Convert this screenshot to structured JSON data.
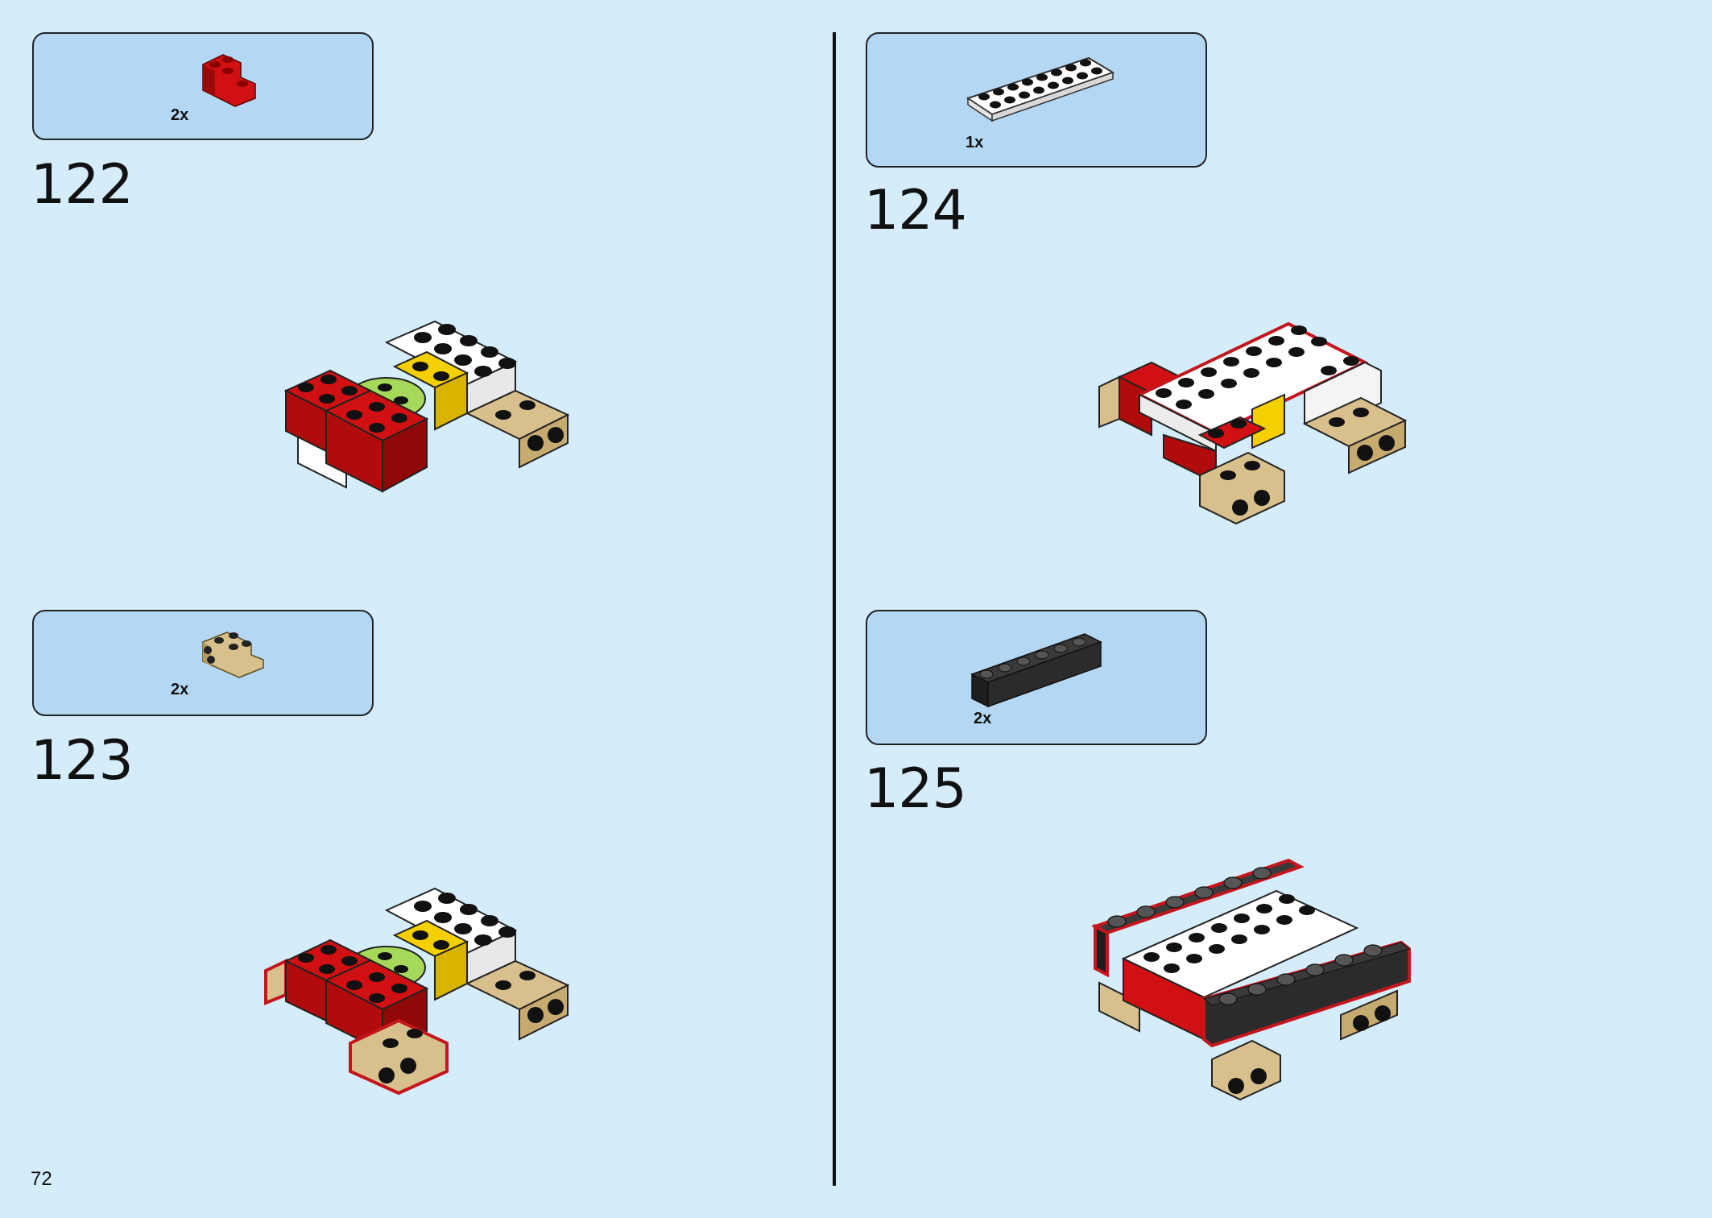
{
  "page": {
    "number": "72"
  },
  "steps": [
    {
      "number": "122",
      "part": {
        "qty": "2x",
        "icon": "red-corner-brick-icon",
        "color": "#d01012"
      }
    },
    {
      "number": "123",
      "part": {
        "qty": "2x",
        "icon": "tan-bracket-plate-icon",
        "color": "#d8c08c"
      }
    },
    {
      "number": "124",
      "part": {
        "qty": "1x",
        "icon": "white-plate-2x8-icon",
        "color": "#ffffff"
      }
    },
    {
      "number": "125",
      "part": {
        "qty": "2x",
        "icon": "black-brick-1x6-icon",
        "color": "#2b2b2b"
      }
    }
  ],
  "colors": {
    "background": "#d5ecfb",
    "parts_box": "#b4d8f4",
    "red": "#d01012",
    "white": "#ffffff",
    "yellow": "#f5d000",
    "lime": "#a6d85a",
    "tan": "#d8c08c",
    "black": "#2b2b2b"
  }
}
